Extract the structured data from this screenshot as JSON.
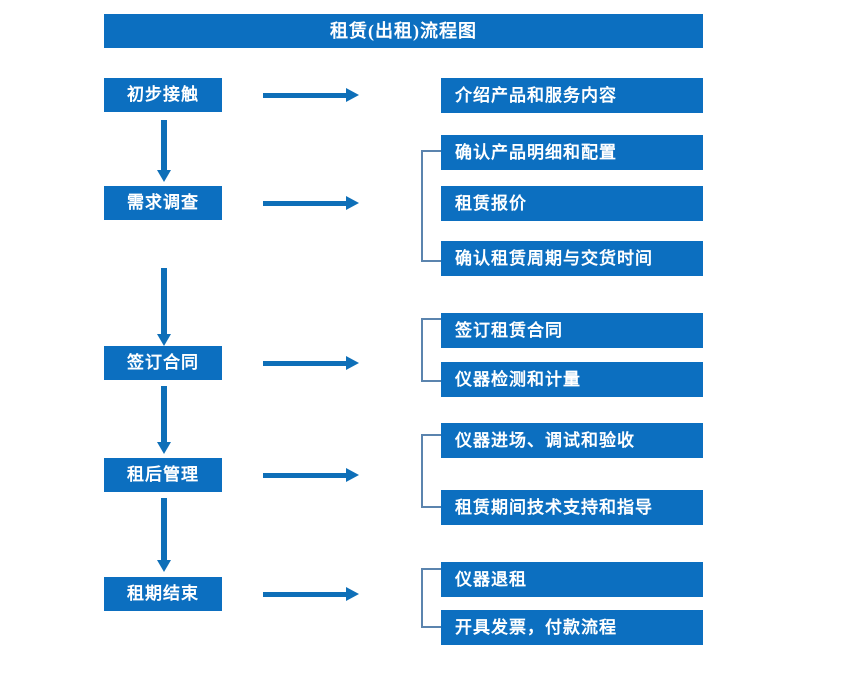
{
  "diagram": {
    "title": "租赁(出租)流程图",
    "colors": {
      "box_fill": "#0C6FC0",
      "box_text": "#FFFFFF",
      "arrow": "#0E6FB8",
      "bracket": "#5B84AE",
      "background": "#FFFFFF"
    },
    "stages": [
      {
        "label": "初步接触"
      },
      {
        "label": "需求调查"
      },
      {
        "label": "签订合同"
      },
      {
        "label": "租后管理"
      },
      {
        "label": "租期结束"
      }
    ],
    "details": [
      {
        "label": "介绍产品和服务内容"
      },
      {
        "label": "确认产品明细和配置"
      },
      {
        "label": "租赁报价"
      },
      {
        "label": "确认租赁周期与交货时间"
      },
      {
        "label": "签订租赁合同"
      },
      {
        "label": "仪器检测和计量"
      },
      {
        "label": "仪器进场、调试和验收"
      },
      {
        "label": "租赁期间技术支持和指导"
      },
      {
        "label": "仪器退租"
      },
      {
        "label": "开具发票，付款流程"
      }
    ],
    "groups": [
      {
        "stage": "初步接触",
        "details": [
          "介绍产品和服务内容"
        ]
      },
      {
        "stage": "需求调查",
        "details": [
          "确认产品明细和配置",
          "租赁报价",
          "确认租赁周期与交货时间"
        ]
      },
      {
        "stage": "签订合同",
        "details": [
          "签订租赁合同",
          "仪器检测和计量"
        ]
      },
      {
        "stage": "租后管理",
        "details": [
          "仪器进场、调试和验收",
          "租赁期间技术支持和指导"
        ]
      },
      {
        "stage": "租期结束",
        "details": [
          "仪器退租",
          "开具发票，付款流程"
        ]
      }
    ],
    "flow_order": [
      "初步接触",
      "需求调查",
      "签订合同",
      "租后管理",
      "租期结束"
    ]
  }
}
